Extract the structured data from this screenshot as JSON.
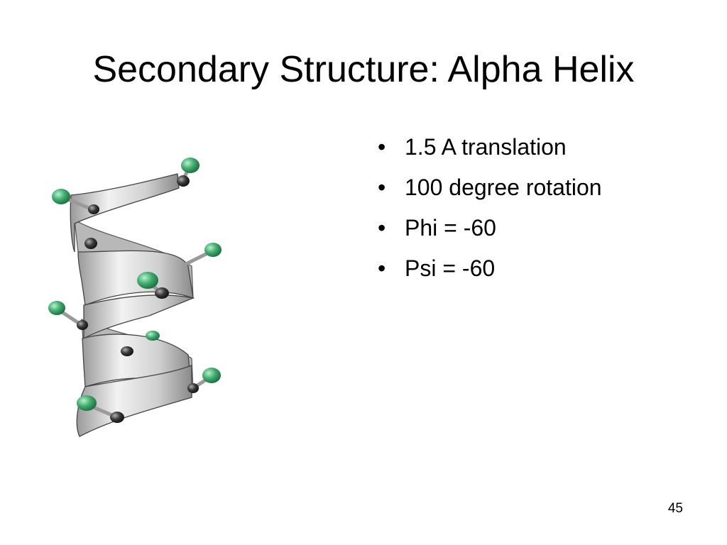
{
  "slide": {
    "title": "Secondary Structure: Alpha Helix",
    "bullet_marker": "•",
    "bullets": [
      "1.5 A translation",
      "100 degree rotation",
      "Phi = -60",
      "Psi = -60"
    ],
    "page_number": "45"
  },
  "figure": {
    "ribbon_color": "#d9d9d9",
    "atom_green": "#3fae6e",
    "atom_dark": "#3a3a3a"
  }
}
